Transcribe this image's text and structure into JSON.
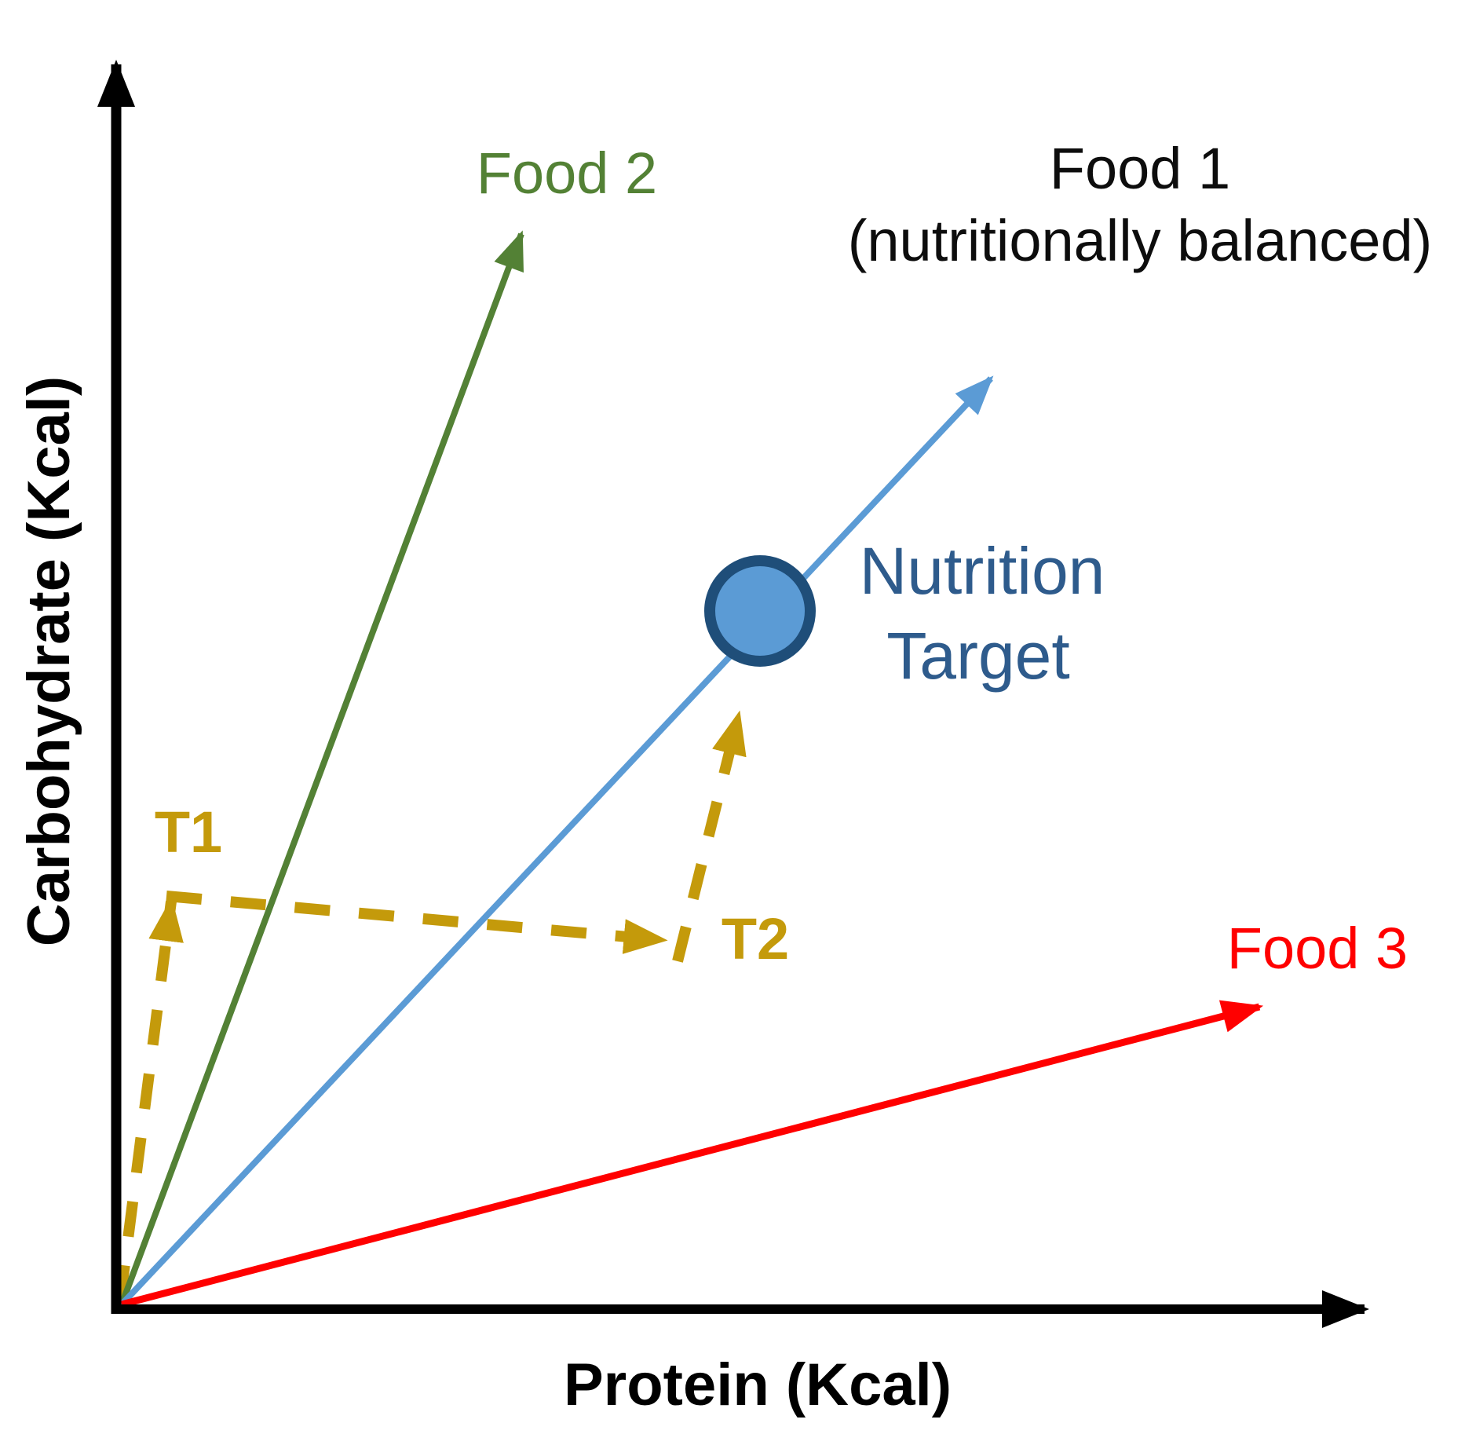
{
  "figure": {
    "y_axis_label": "Carbohydrate (Kcal)",
    "x_axis_label": "Protein (Kcal)",
    "axis_color": "#000000",
    "foods": {
      "food1": {
        "label": "Food 1",
        "sublabel": "(nutritionally balanced)",
        "label_color": "#0d0d0d",
        "arrow_color": "#5B9BD5"
      },
      "food2": {
        "label": "Food 2",
        "color": "#538135"
      },
      "food3": {
        "label": "Food 3",
        "color": "#FF0000"
      }
    },
    "target": {
      "line1": "Nutrition",
      "line2": "Target",
      "fill": "#5B9BD5",
      "border": "#1F4E79",
      "text_color": "#2E5B8C"
    },
    "trajectory": {
      "t1": "T1",
      "t2": "T2",
      "color": "#C49A0B"
    }
  }
}
